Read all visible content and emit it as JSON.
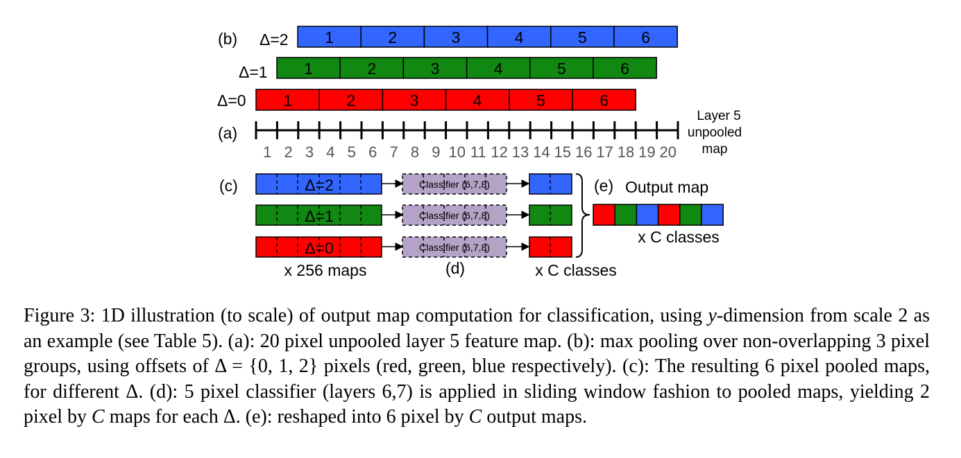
{
  "figure": {
    "colors": {
      "red": "#ff0000",
      "green": "#118811",
      "blue": "#3366ff",
      "purple": "#b3a3c7",
      "outline": "#000000",
      "tick_label": "#555555"
    },
    "labels": {
      "b": "(b)",
      "a": "(a)",
      "c": "(c)",
      "d": "(d)",
      "e": "(e)",
      "delta2": "Δ=2",
      "delta1": "Δ=1",
      "delta0": "Δ=0",
      "layer5_1": "Layer 5",
      "layer5_2": "unpooled",
      "layer5_3": "map",
      "output_map": "Output map",
      "maps256": "x 256 maps",
      "c_classes_d": "x C classes",
      "c_classes_e": "x C classes",
      "classifier": "Classifier (6,7,8)",
      "pooled2": "Δ=2",
      "pooled1": "Δ=1",
      "pooled0": "Δ=0"
    },
    "pool_numbers": [
      "1",
      "2",
      "3",
      "4",
      "5",
      "6"
    ],
    "ticks": [
      "1",
      "2",
      "3",
      "4",
      "5",
      "6",
      "7",
      "8",
      "9",
      "10",
      "11",
      "12",
      "13",
      "14",
      "15",
      "16",
      "17",
      "18",
      "19",
      "20"
    ],
    "output_sequence": [
      "red",
      "green",
      "blue",
      "red",
      "green",
      "blue"
    ]
  },
  "caption": {
    "p1": "Figure 3: 1D illustration (to scale) of output map computation for classification, using ",
    "y": "y",
    "p2": "-dimension from scale 2 as an example (see Table 5). (a): 20 pixel unpooled layer 5 feature map. (b): max pooling over non-overlapping 3 pixel groups, using offsets of Δ = {0, 1, 2} pixels (red, green, blue respectively). (c): The resulting 6 pixel pooled maps, for different Δ. (d): 5 pixel classifier (layers 6,7) is applied in sliding window fashion to pooled maps, yielding 2 pixel by ",
    "C1": "C",
    "p3": " maps for each Δ. (e): reshaped into 6 pixel by ",
    "C2": "C",
    "p4": " output maps."
  }
}
